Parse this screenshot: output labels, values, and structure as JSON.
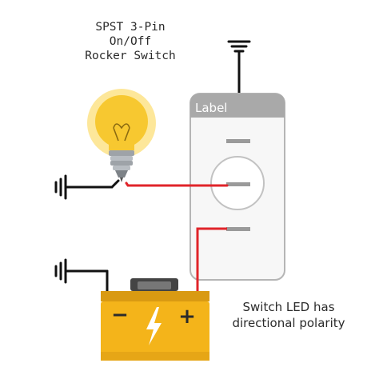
{
  "title": {
    "lines": [
      "SPST 3-Pin",
      "On/Off",
      "Rocker Switch"
    ]
  },
  "switch": {
    "label": "Label"
  },
  "battery": {
    "negative_symbol": "−",
    "positive_symbol": "+"
  },
  "note": {
    "lines": [
      "Switch LED has",
      "directional polarity"
    ]
  },
  "colors": {
    "wire_black": "#111111",
    "wire_red": "#e0242a",
    "battery_body": "#f4b41a",
    "battery_top": "#d99a12",
    "bulb_glass": "#f7c830",
    "bulb_glow": "#fde79a",
    "switch_outline": "#b5b5b5",
    "label_bar": "#a9a9a9"
  }
}
